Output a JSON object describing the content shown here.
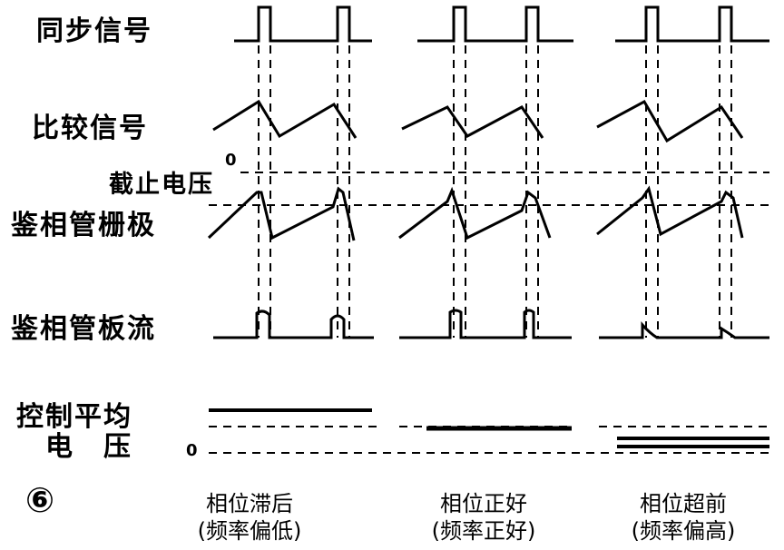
{
  "labels": {
    "sync": "同步信号",
    "compare": "比较信号",
    "zero1": "0",
    "cutoff": "截止电压",
    "grid": "鉴相管栅极",
    "plate": "鉴相管板流",
    "control": "控制平均",
    "voltage": "电　压",
    "zero2": "0"
  },
  "figure_number": "⑥",
  "captions": [
    {
      "line1": "相位滞后",
      "line2": "(频率偏低)"
    },
    {
      "line1": "相位正好",
      "line2": "(频率正好)"
    },
    {
      "line1": "相位超前",
      "line2": "(频率偏高)"
    }
  ]
}
